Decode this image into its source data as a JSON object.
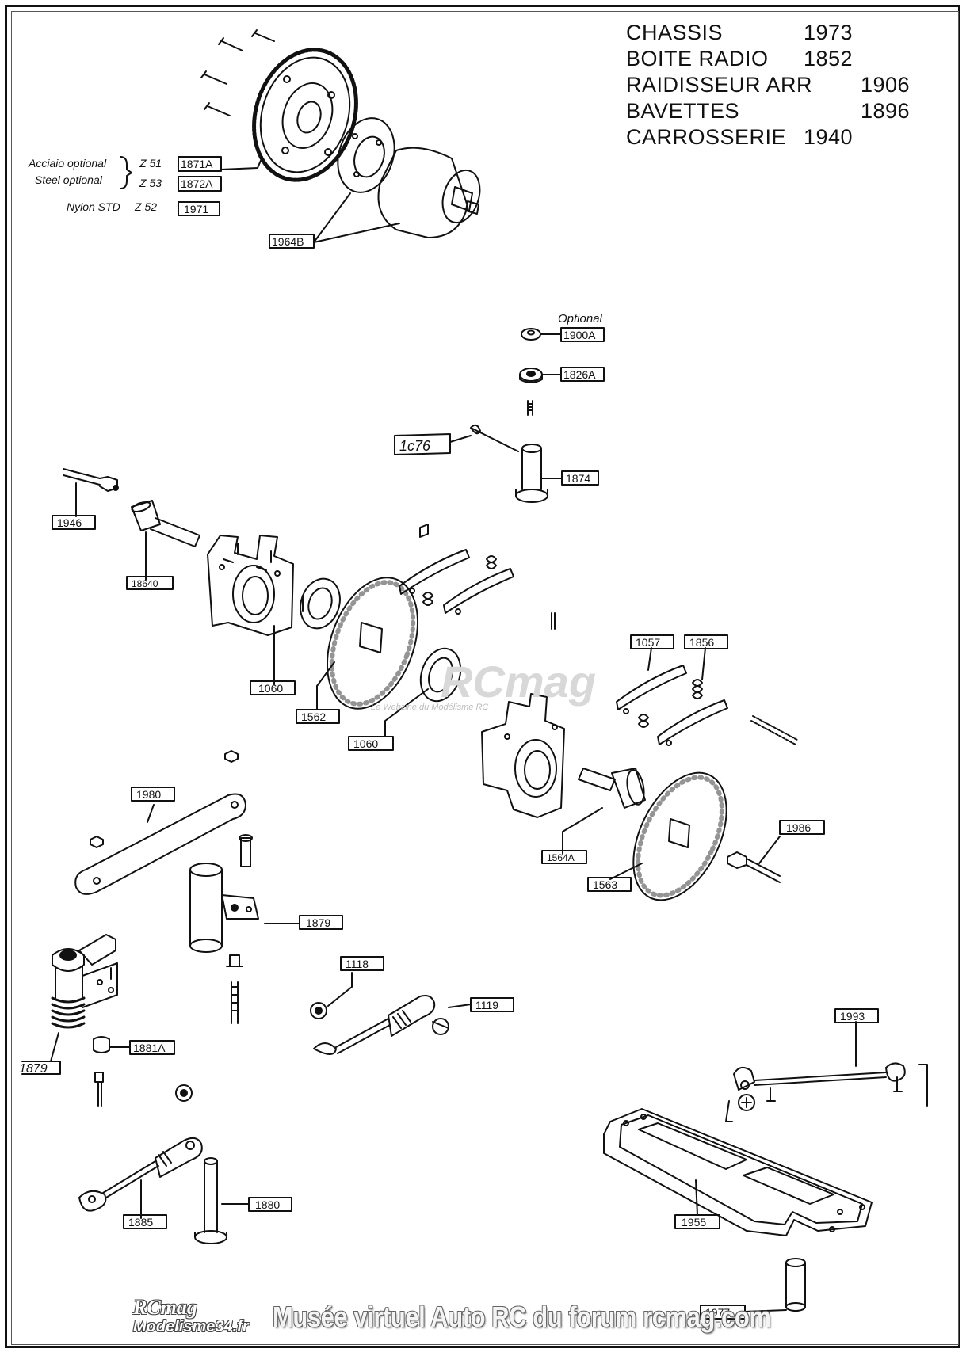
{
  "legend": [
    {
      "name": "CHASSIS",
      "code": "1973"
    },
    {
      "name": "BOITE RADIO",
      "code": "1852"
    },
    {
      "name": "RAIDISSEUR ARR",
      "code": "1906"
    },
    {
      "name": "BAVETTES",
      "code": "1896"
    },
    {
      "name": "CARROSSERIE",
      "code": "1940"
    }
  ],
  "gear_options": {
    "acciaio_label": "Acciaio optional",
    "steel_label": "Steel optional",
    "nylon_label": "Nylon STD",
    "z51": "Z 51",
    "z53": "Z 53",
    "z52": "Z 52",
    "code_z51": "1871A",
    "code_z53": "1872A",
    "code_z52": "1971"
  },
  "optional_label": "Optional",
  "part_labels": {
    "p1964B": "1964B",
    "p1900A": "1900A",
    "p1826A": "1826A",
    "p1076": "1c76",
    "p1874": "1874",
    "p1946": "1946",
    "p18640": "18640",
    "p1060a": "1060",
    "p1562": "1562",
    "p1060b": "1060",
    "p1057": "1057",
    "p1856": "1856",
    "p1980": "1980",
    "p1986": "1986",
    "p1564A": "1564A",
    "p1563": "1563",
    "p1879a": "1879",
    "p1118": "1118",
    "p1119": "1119",
    "p1879b": "1879",
    "p1881A": "1881A",
    "p1993": "1993",
    "p1885": "1885",
    "p1880": "1880",
    "p1955": "1955",
    "p1977": "1977"
  },
  "watermark": {
    "brand": "RCmag",
    "tagline": "Le Webzine du Modélisme RC"
  },
  "footer": {
    "logo_top": "RCmag",
    "logo_bottom": "Modelisme34.fr",
    "caption": "Musée virtuel Auto RC du forum rcmag.com"
  }
}
